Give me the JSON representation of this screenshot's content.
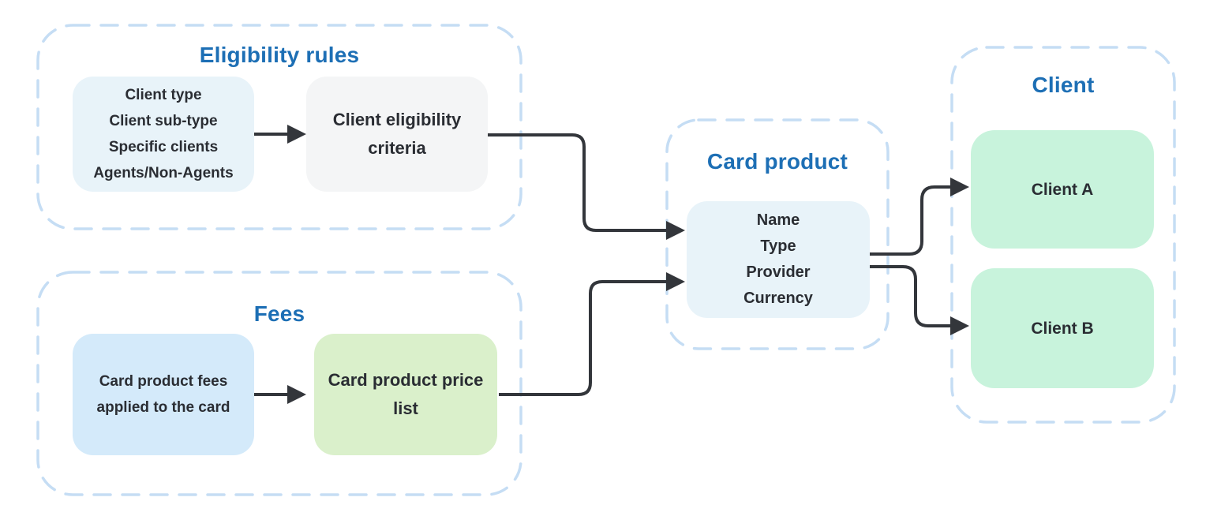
{
  "diagram": {
    "groups": {
      "eligibility": {
        "title": "Eligibility rules"
      },
      "fees": {
        "title": "Fees"
      },
      "card_product": {
        "title": "Card product"
      },
      "client": {
        "title": "Client"
      }
    },
    "nodes": {
      "eligibility_inputs": {
        "lines": [
          "Client type",
          "Client sub-type",
          "Specific clients",
          "Agents/Non-Agents"
        ]
      },
      "eligibility_criteria": {
        "lines": [
          "Client eligibility",
          "criteria"
        ]
      },
      "fees_input": {
        "lines": [
          "Card product fees",
          "applied to the card"
        ]
      },
      "price_list": {
        "lines": [
          "Card product price",
          "list"
        ]
      },
      "card_product_attrs": {
        "lines": [
          "Name",
          "Type",
          "Provider",
          "Currency"
        ]
      },
      "client_a": {
        "label": "Client A"
      },
      "client_b": {
        "label": "Client B"
      }
    },
    "connections": [
      "eligibility_inputs -> eligibility_criteria",
      "eligibility_criteria -> card_product_attrs",
      "fees_input -> price_list",
      "price_list -> card_product_attrs",
      "card_product_attrs -> client_a",
      "card_product_attrs -> client_b"
    ]
  },
  "palette": {
    "title_blue": "#1d6fb5",
    "dash_blue": "#c5ddf4",
    "pale_cyan": "#e8f3f9",
    "gray_fill": "#f4f5f6",
    "light_blue": "#d4eafa",
    "light_green": "#daf0cb",
    "mint": "#c8f3dc",
    "text_dark": "#2a2d33",
    "arrow_dark": "#33363b"
  }
}
